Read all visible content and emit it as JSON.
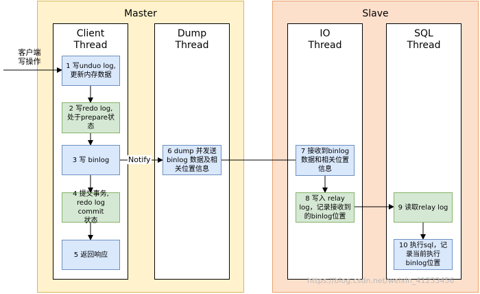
{
  "master": {
    "title": "Master"
  },
  "slave": {
    "title": "Slave"
  },
  "client_label": {
    "line1": "客户端",
    "line2": "写操作"
  },
  "lanes": {
    "client": {
      "line1": "Client",
      "line2": "Thread"
    },
    "dump": {
      "line1": "Dump",
      "line2": "Thread"
    },
    "io": {
      "line1": "IO",
      "line2": "Thread"
    },
    "sql": {
      "line1": "SQL",
      "line2": "Thread"
    }
  },
  "steps": {
    "s1": {
      "line1": "1 写unduo log,",
      "line2": "更新内存数据"
    },
    "s2": {
      "line1": "2 写redo log,",
      "line2": "处于prepare状",
      "line3": "态"
    },
    "s3": {
      "line1": "3 写 binlog"
    },
    "s4": {
      "line1": "4 提交事务,",
      "line2": "redo log commit",
      "line3": "状态"
    },
    "s5": {
      "line1": "5 返回响应"
    },
    "s6": {
      "line1": "6 dump 并发送",
      "line2": "binlog 数据及相",
      "line3": "关位置信息"
    },
    "s7": {
      "line1": "7 接收到binlog",
      "line2": "数据和相关位置",
      "line3": "信息"
    },
    "s8": {
      "line1": "8 写入 relay",
      "line2": "log，记录接收到",
      "line3": "的binlog位置"
    },
    "s9": {
      "line1": "9 读取relay log"
    },
    "s10": {
      "line1": "10 执行sql，记",
      "line2": "录当前执行",
      "line3": "binlog位置"
    }
  },
  "notify_label": "Notify",
  "watermark": "https://blog.csdn.net/weixin_41233456",
  "colors": {
    "master_bg": "#fff2cc",
    "slave_bg": "#fde0cc",
    "step_blue": "#dae8fc",
    "step_green": "#d5e8d4"
  }
}
